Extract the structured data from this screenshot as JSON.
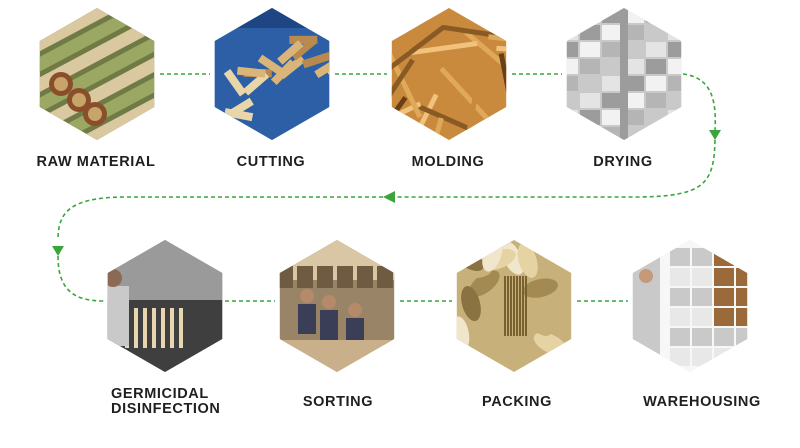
{
  "flow_color": "#3aa53c",
  "steps": [
    {
      "label": "RAW MATERIAL",
      "icon": "bamboo-tubes-photo",
      "palette": [
        "#6f7a44",
        "#9aa864",
        "#c8a36a",
        "#8a4f2a",
        "#d9c8a0"
      ]
    },
    {
      "label": "CUTTING",
      "icon": "cut-bamboo-strips-photo",
      "palette": [
        "#2d5fa6",
        "#1f4684",
        "#d9b57a",
        "#b88a4f",
        "#e8d6a8"
      ]
    },
    {
      "label": "MOLDING",
      "icon": "wooden-sticks-photo",
      "palette": [
        "#c98a3d",
        "#e0a95a",
        "#8a5a25",
        "#f0c27c",
        "#6b3f14"
      ]
    },
    {
      "label": "DRYING",
      "icon": "drying-racks-photo",
      "palette": [
        "#c9c9c9",
        "#e4e4e4",
        "#9c9c9c",
        "#f2f2f2",
        "#b5b5b5"
      ]
    },
    {
      "label": "GERMICIDAL DISINFECTION",
      "label_lines": [
        "GERMICIDAL",
        "DISINFECTION"
      ],
      "icon": "disinfection-machine-photo",
      "palette": [
        "#6d6d6d",
        "#9a9a9a",
        "#c9c9c9",
        "#e8d6b0",
        "#3f3f3f"
      ]
    },
    {
      "label": "SORTING",
      "icon": "sorting-workers-photo",
      "palette": [
        "#9a8468",
        "#c9b08a",
        "#3a3f57",
        "#d8c6a4",
        "#6f5a42"
      ]
    },
    {
      "label": "PACKING",
      "icon": "packing-bags-photo",
      "palette": [
        "#c8b07a",
        "#e6d3a4",
        "#8a7340",
        "#f0e6cc",
        "#a38a52"
      ]
    },
    {
      "label": "WAREHOUSING",
      "icon": "warehouse-boxes-photo",
      "palette": [
        "#e8e8e8",
        "#f7f7f7",
        "#9a6a3a",
        "#c9c9c9",
        "#b0824f"
      ]
    }
  ]
}
